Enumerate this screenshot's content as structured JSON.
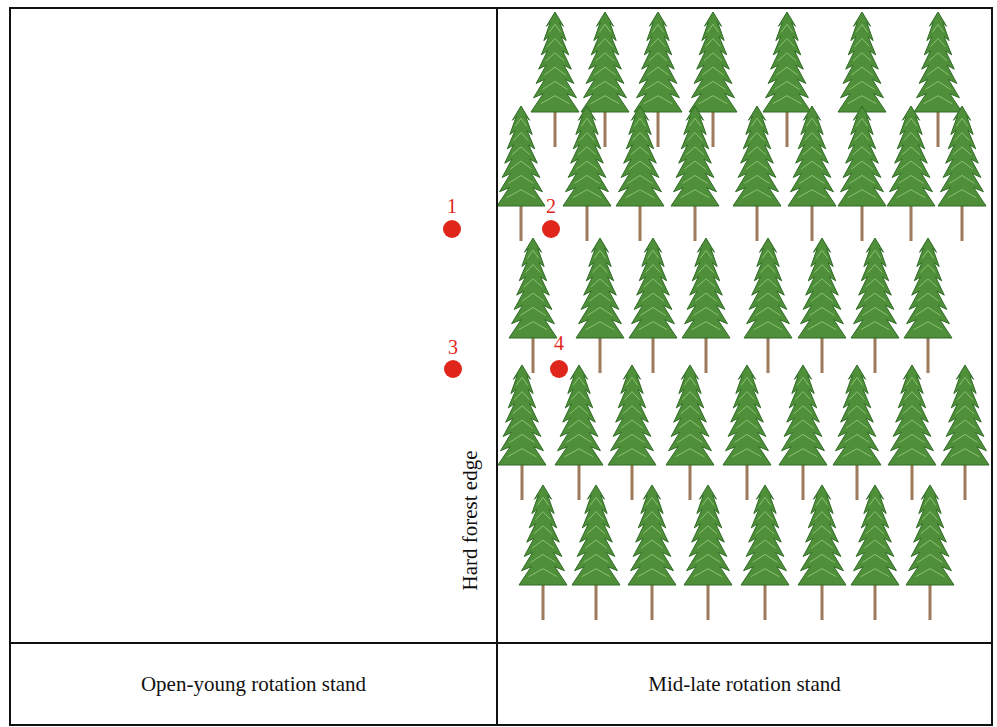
{
  "diagram": {
    "nodes": [
      {
        "text": [
          "Open-young rotation stand"
        ]
      },
      {
        "text": [
          "Mid-late rotation stand"
        ]
      }
    ],
    "labels": [
      "1",
      "2",
      "3",
      "4",
      "Hard forest edge"
    ]
  }
}
